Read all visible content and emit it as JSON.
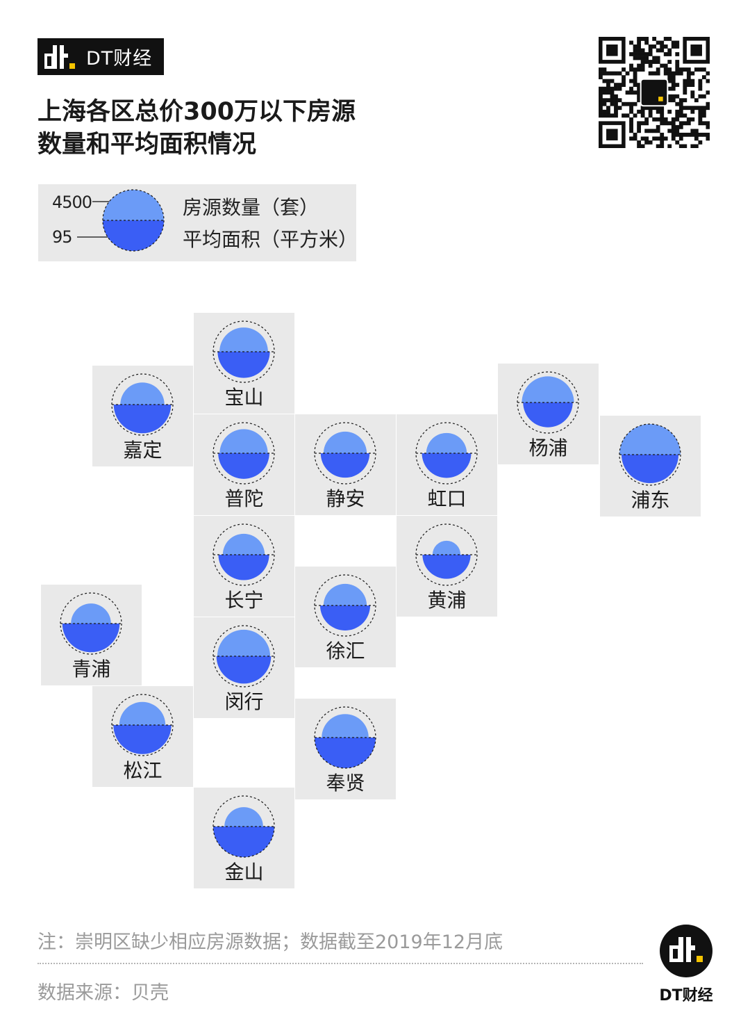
{
  "brand": {
    "name": "DT财经",
    "footer_name": "DT财经"
  },
  "title": {
    "line1": "上海各区总价300万以下房源",
    "line2": "数量和平均面积情况"
  },
  "legend": {
    "count_value": "4500",
    "area_value": "95",
    "count_label": "房源数量（套）",
    "area_label": "平均面积（平方米）",
    "colors": {
      "count": "#6b9bf7",
      "area": "#3a5ef5"
    }
  },
  "chart_data": {
    "type": "tile-map",
    "series": [
      {
        "name": "房源数量（套）",
        "reference": 4500
      },
      {
        "name": "平均面积（平方米）",
        "reference": 95
      }
    ],
    "districts": [
      {
        "name": "宝山",
        "count_ratio": 0.63,
        "area_ratio": 0.73
      },
      {
        "name": "嘉定",
        "count_ratio": 0.52,
        "area_ratio": 0.88
      },
      {
        "name": "普陀",
        "count_ratio": 0.62,
        "area_ratio": 0.7
      },
      {
        "name": "静安",
        "count_ratio": 0.5,
        "area_ratio": 0.64
      },
      {
        "name": "虹口",
        "count_ratio": 0.44,
        "area_ratio": 0.65
      },
      {
        "name": "杨浦",
        "count_ratio": 0.73,
        "area_ratio": 0.66
      },
      {
        "name": "浦东",
        "count_ratio": 1.0,
        "area_ratio": 0.87
      },
      {
        "name": "长宁",
        "count_ratio": 0.47,
        "area_ratio": 0.69
      },
      {
        "name": "黄浦",
        "count_ratio": 0.21,
        "area_ratio": 0.62
      },
      {
        "name": "徐汇",
        "count_ratio": 0.5,
        "area_ratio": 0.67
      },
      {
        "name": "青浦",
        "count_ratio": 0.43,
        "area_ratio": 0.88
      },
      {
        "name": "闵行",
        "count_ratio": 0.75,
        "area_ratio": 0.8
      },
      {
        "name": "松江",
        "count_ratio": 0.57,
        "area_ratio": 0.9
      },
      {
        "name": "奉贤",
        "count_ratio": 0.59,
        "area_ratio": 1.0
      },
      {
        "name": "金山",
        "count_ratio": 0.4,
        "area_ratio": 1.0
      }
    ]
  },
  "note": "注：崇明区缺少相应房源数据；数据截至2019年12月底",
  "source": "数据来源：贝壳"
}
